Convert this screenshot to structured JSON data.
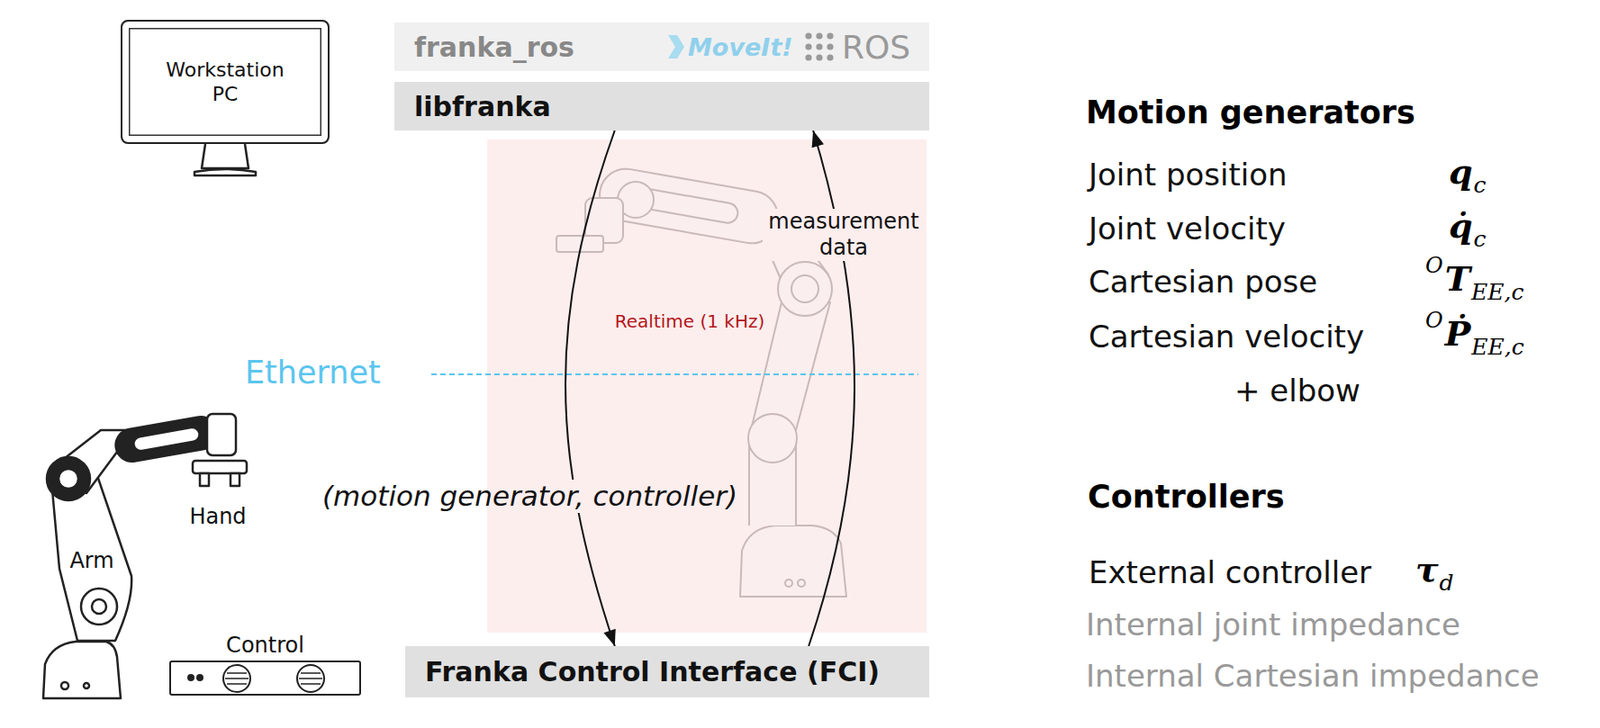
{
  "diagram": {
    "nodes": [
      {
        "text": [
          "Workstation PC"
        ]
      },
      {
        "text": [
          "franka_ros",
          "MoveIt!",
          "ROS"
        ]
      },
      {
        "text": [
          "libfranka"
        ]
      },
      {
        "text": [
          "Franka Control Interface (FCI)"
        ]
      },
      {
        "text": [
          "Control"
        ]
      }
    ],
    "edges": [
      {
        "from": 2,
        "to": 3,
        "arrow": "to",
        "label": "(motion generator, controller)"
      },
      {
        "from": 3,
        "to": 2,
        "arrow": "to",
        "label": "measurement data"
      }
    ],
    "labels": [
      "Ethernet",
      "Realtime (1 kHz)",
      "Hand",
      "Arm",
      "Motion generators",
      "Joint position",
      "q",
      "c",
      "Joint velocity",
      "q̇",
      "c",
      "Cartesian pose",
      "O",
      "T",
      "EE,c",
      "Cartesian velocity",
      "O",
      "Ṗ",
      "EE,c",
      "+ elbow",
      "Controllers",
      "External controller",
      "τ",
      "d",
      "Internal joint impedance",
      "Internal Cartesian impedance"
    ]
  }
}
